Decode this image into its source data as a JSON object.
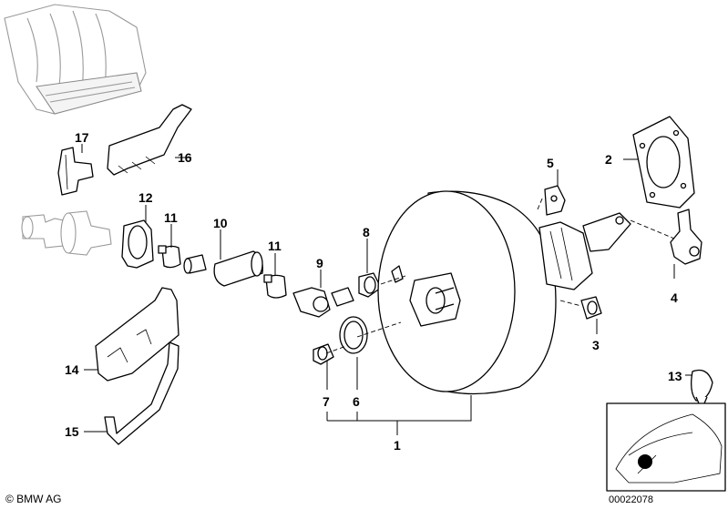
{
  "labels": {
    "p1": "1",
    "p2": "2",
    "p3": "3",
    "p4": "4",
    "p5": "5",
    "p6": "6",
    "p7": "7",
    "p8": "8",
    "p9": "9",
    "p10": "10",
    "p11a": "11",
    "p11b": "11",
    "p12": "12",
    "p13": "13",
    "p14": "14",
    "p15": "15",
    "p16": "16",
    "p17": "17"
  },
  "footer": {
    "copyright": "© BMW AG",
    "ref_number": "00022078"
  }
}
